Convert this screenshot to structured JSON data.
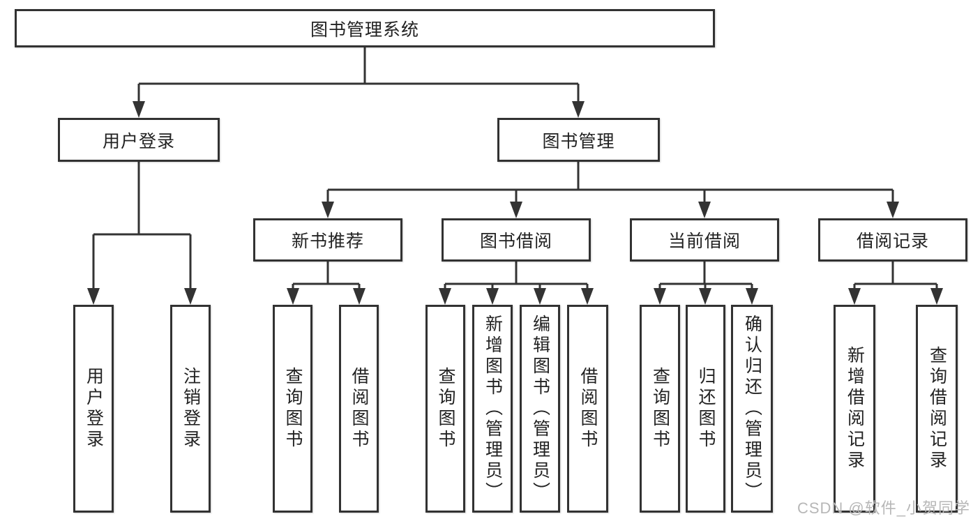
{
  "tree": {
    "label": "图书管理系统",
    "children": [
      {
        "label": "用户登录",
        "children": [
          {
            "label": "用户登录"
          },
          {
            "label": "注销登录"
          }
        ]
      },
      {
        "label": "图书管理",
        "children": [
          {
            "label": "新书推荐",
            "children": [
              {
                "label": "查询图书"
              },
              {
                "label": "借阅图书"
              }
            ]
          },
          {
            "label": "图书借阅",
            "children": [
              {
                "label": "查询图书"
              },
              {
                "label": "新增图书（管理员）"
              },
              {
                "label": "编辑图书（管理员）"
              },
              {
                "label": "借阅图书"
              }
            ]
          },
          {
            "label": "当前借阅",
            "children": [
              {
                "label": "查询图书"
              },
              {
                "label": "归还图书"
              },
              {
                "label": "确认归还（管理员）"
              }
            ]
          },
          {
            "label": "借阅记录",
            "children": [
              {
                "label": "新增借阅记录"
              },
              {
                "label": "查询借阅记录"
              }
            ]
          }
        ]
      }
    ]
  },
  "watermark": {
    "text": "CSDN @软件_小贺同学"
  },
  "colors": {
    "line": "#333333",
    "border": "#323232",
    "text": "#222222",
    "watermark": "#b7b7b7"
  }
}
